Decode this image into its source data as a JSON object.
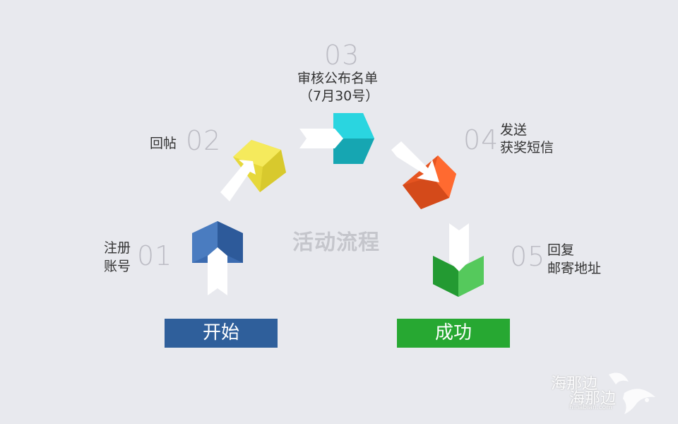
{
  "title": "活动流程",
  "start_label": "开始",
  "success_label": "成功",
  "steps": [
    {
      "num": "01",
      "line1": "注册",
      "line2": "账号",
      "color": "#3b6bb0"
    },
    {
      "num": "02",
      "line1": "回帖",
      "line2": "",
      "color": "#f1e23b"
    },
    {
      "num": "03",
      "line1": "审核公布名单",
      "line2": "（7月30号）",
      "color": "#1fc7d3"
    },
    {
      "num": "04",
      "line1": "发送",
      "line2": "获奖短信",
      "color": "#f05a24"
    },
    {
      "num": "05",
      "line1": "回复",
      "line2": "邮寄地址",
      "color": "#3bb54a"
    }
  ],
  "watermark": {
    "text": "海那边",
    "sub": "hinabian.com"
  }
}
